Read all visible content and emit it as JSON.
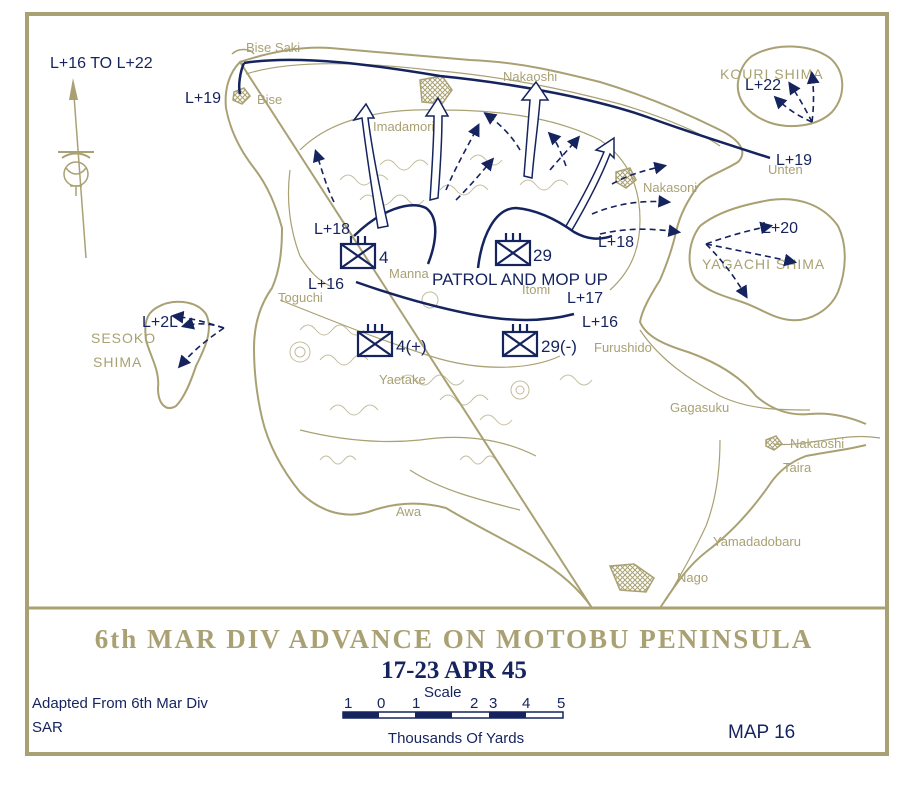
{
  "colors": {
    "map_ink": "#a9a173",
    "overlay_ink": "#15235e",
    "paper": "#ffffff"
  },
  "title": {
    "line1": "6th MAR DIV ADVANCE ON MOTOBU PENINSULA",
    "line2": "17-23 APR 45"
  },
  "source_note": {
    "line1": "Adapted From 6th Mar Div",
    "line2": "SAR"
  },
  "scale": {
    "label": "Scale",
    "ticks": [
      "1",
      "0",
      "1",
      "2",
      "3",
      "4",
      "5"
    ],
    "units": "Thousands Of Yards"
  },
  "map_number": "MAP 16",
  "period_label": "L+16 TO L+22",
  "north_arrow_icon": "north-arrow-icon",
  "emblem_icon": "usmc-emblem-icon",
  "places": {
    "bise_saki": "Bise Saki",
    "bise": "Bise",
    "nakaoshi_north": "Nakaoshi",
    "imadamori": "Imadamori",
    "kouri_shima": "KOURI SHIMA",
    "unten": "Unten",
    "nakasoni": "Nakasoni",
    "yagachi_shima": "YAGACHI SHIMA",
    "manna": "Manna",
    "toguchi": "Toguchi",
    "itomi": "Itomi",
    "sesoko_shima_1": "SESOKO",
    "sesoko_shima_2": "SHIMA",
    "yaetake": "Yaetake",
    "furushido": "Furushido",
    "gagasuku": "Gagasuku",
    "nakaoshi_east": "Nakaoshi",
    "taira": "Taira",
    "awa": "Awa",
    "yamadadobaru": "Yamadadobaru",
    "nago": "Nago"
  },
  "phase_lines": {
    "l19_west": "L+19",
    "l22": "L+22",
    "l19_east": "L+19",
    "l18_west": "L+18",
    "l18_east": "L+18",
    "l20": "L+20",
    "l16_west": "L+16",
    "l17": "L+17",
    "l16_east": "L+16",
    "l21": "L+2L"
  },
  "units": {
    "reg4": "4",
    "reg29": "29",
    "reg4_reinf": "4(+)",
    "reg29_minus": "29(-)"
  },
  "note_patrol": "PATROL AND MOP UP"
}
